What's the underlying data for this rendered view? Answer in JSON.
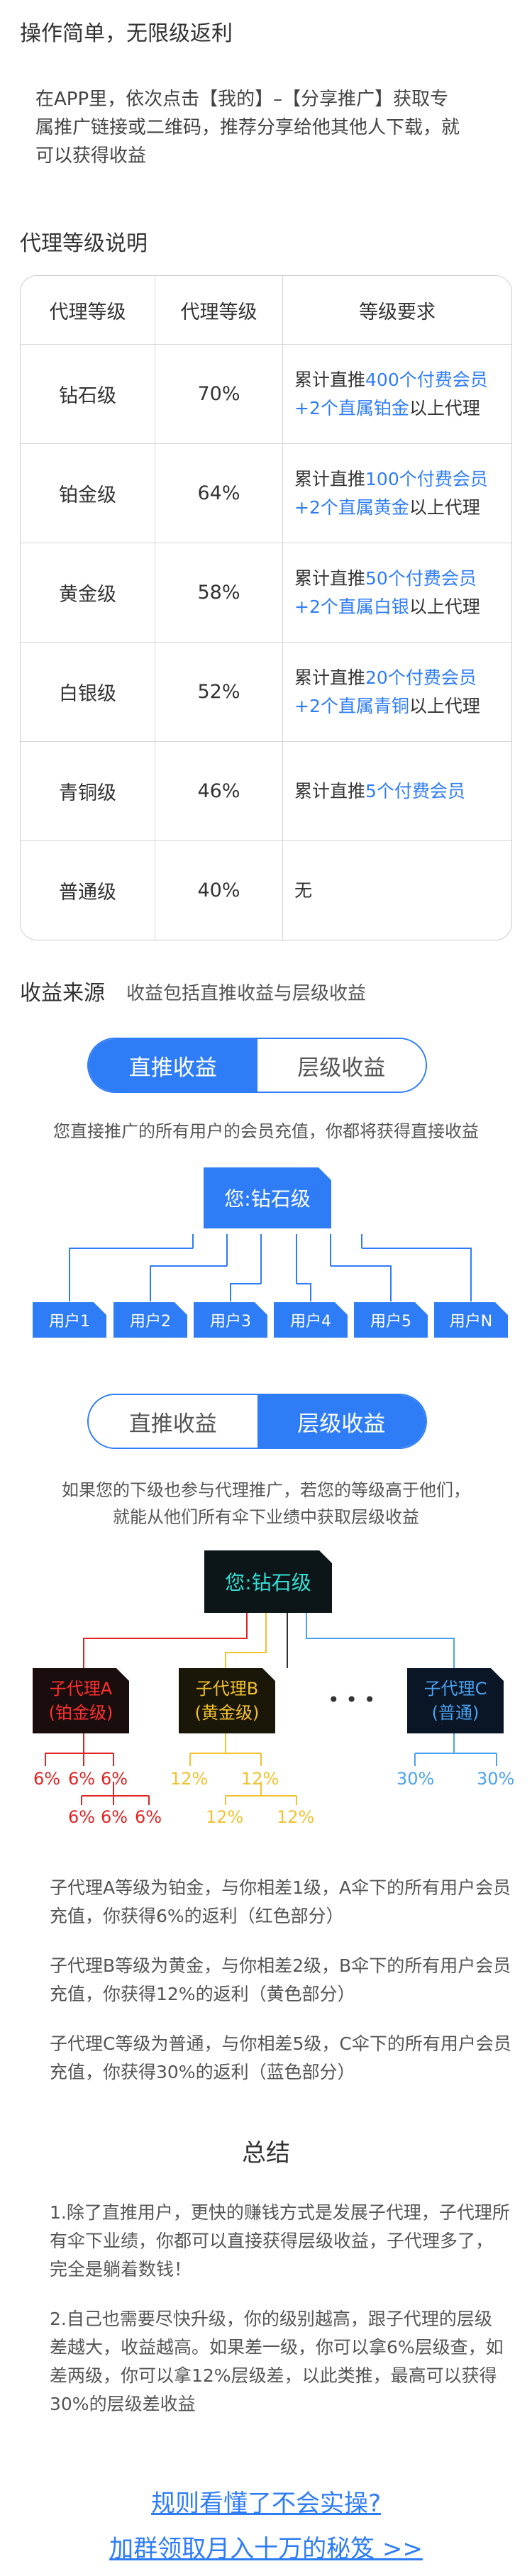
{
  "intro": {
    "heading": "操作简单，无限级返利",
    "text_a": "在APP里，依次点击【我的】–【分享推广】获取专",
    "text_b": "属推广链接或二维码，推荐分享给他其他人下载，就",
    "text_c": "可以获得收益"
  },
  "levels": {
    "heading": "代理等级说明",
    "headers": [
      "代理等级",
      "代理等级",
      "等级要求"
    ],
    "rows": [
      {
        "name": "钻石级",
        "rate": "70%",
        "r1a": "累计直推",
        "r1b": "400个付费会员",
        "r2a": "+2个直属铂金",
        "r2b": "以上代理"
      },
      {
        "name": "铂金级",
        "rate": "64%",
        "r1a": "累计直推",
        "r1b": "100个付费会员",
        "r2a": "+2个直属黄金",
        "r2b": "以上代理"
      },
      {
        "name": "黄金级",
        "rate": "58%",
        "r1a": "累计直推",
        "r1b": "50个付费会员",
        "r2a": "+2个直属白银",
        "r2b": "以上代理"
      },
      {
        "name": "白银级",
        "rate": "52%",
        "r1a": "累计直推",
        "r1b": "20个付费会员",
        "r2a": "+2个直属青铜",
        "r2b": "以上代理"
      },
      {
        "name": "青铜级",
        "rate": "46%",
        "r1a": "累计直推",
        "r1b": "5个付费会员"
      },
      {
        "name": "普通级",
        "rate": "40%",
        "plain": "无"
      }
    ]
  },
  "income": {
    "heading": "收益来源",
    "sub": "收益包括直推收益与层级收益",
    "tab_direct": "直推收益",
    "tab_level": "层级收益",
    "direct_caption": "您直接推广的所有用户的会员充值，你都将获得直接收益",
    "root_label": "您:钻石级",
    "users": [
      "用户1",
      "用户2",
      "用户3",
      "用户4",
      "用户5",
      "用户N"
    ],
    "level_caption_a": "如果您的下级也参与代理推广，若您的等级高于他们，",
    "level_caption_b": "就能从他们所有伞下业绩中获取层级收益",
    "ellipsis": "• • •",
    "agents": [
      {
        "line1": "子代理A",
        "line2": "(铂金级)"
      },
      {
        "line1": "子代理B",
        "line2": "(黄金级)"
      },
      {
        "line1": "子代理C",
        "line2": "(普通)"
      }
    ],
    "pct_a": "6%",
    "pct_b": "12%",
    "pct_c": "30%",
    "note_a1": "子代理A等级为铂金，与你相差1级，A伞下的所有用户会员",
    "note_a2": "充值，你获得6%的返利（红色部分）",
    "note_b1": "子代理B等级为黄金，与你相差2级，B伞下的所有用户会员",
    "note_b2": "充值，你获得12%的返利（黄色部分）",
    "note_c1": "子代理C等级为普通，与你相差5级，C伞下的所有用户会员",
    "note_c2": "充值，你获得30%的返利（蓝色部分）"
  },
  "summary": {
    "heading": "总结",
    "p1a": "1.除了直推用户，更快的赚钱方式是发展子代理，子代理所",
    "p1b": "有伞下业绩，你都可以直接获得层级收益，子代理多了，",
    "p1c": "完全是躺着数钱！",
    "p2a": "2.自己也需要尽快升级，你的级别越高，跟子代理的层级",
    "p2b": "差越大，收益越高。如果差一级，你可以拿6%层级查，如",
    "p2c": "差两级，你可以拿12%层级差，以此类推，最高可以获得",
    "p2d": "30%的层级差收益"
  },
  "cta": {
    "line1": "规则看懂了不会实操?",
    "line2": "加群领取月入十万的秘笈 >>"
  },
  "colors": {
    "accent": "#2f7df6",
    "red": "#e02424",
    "yellow": "#f2c230",
    "lightblue": "#4aa3f0"
  }
}
